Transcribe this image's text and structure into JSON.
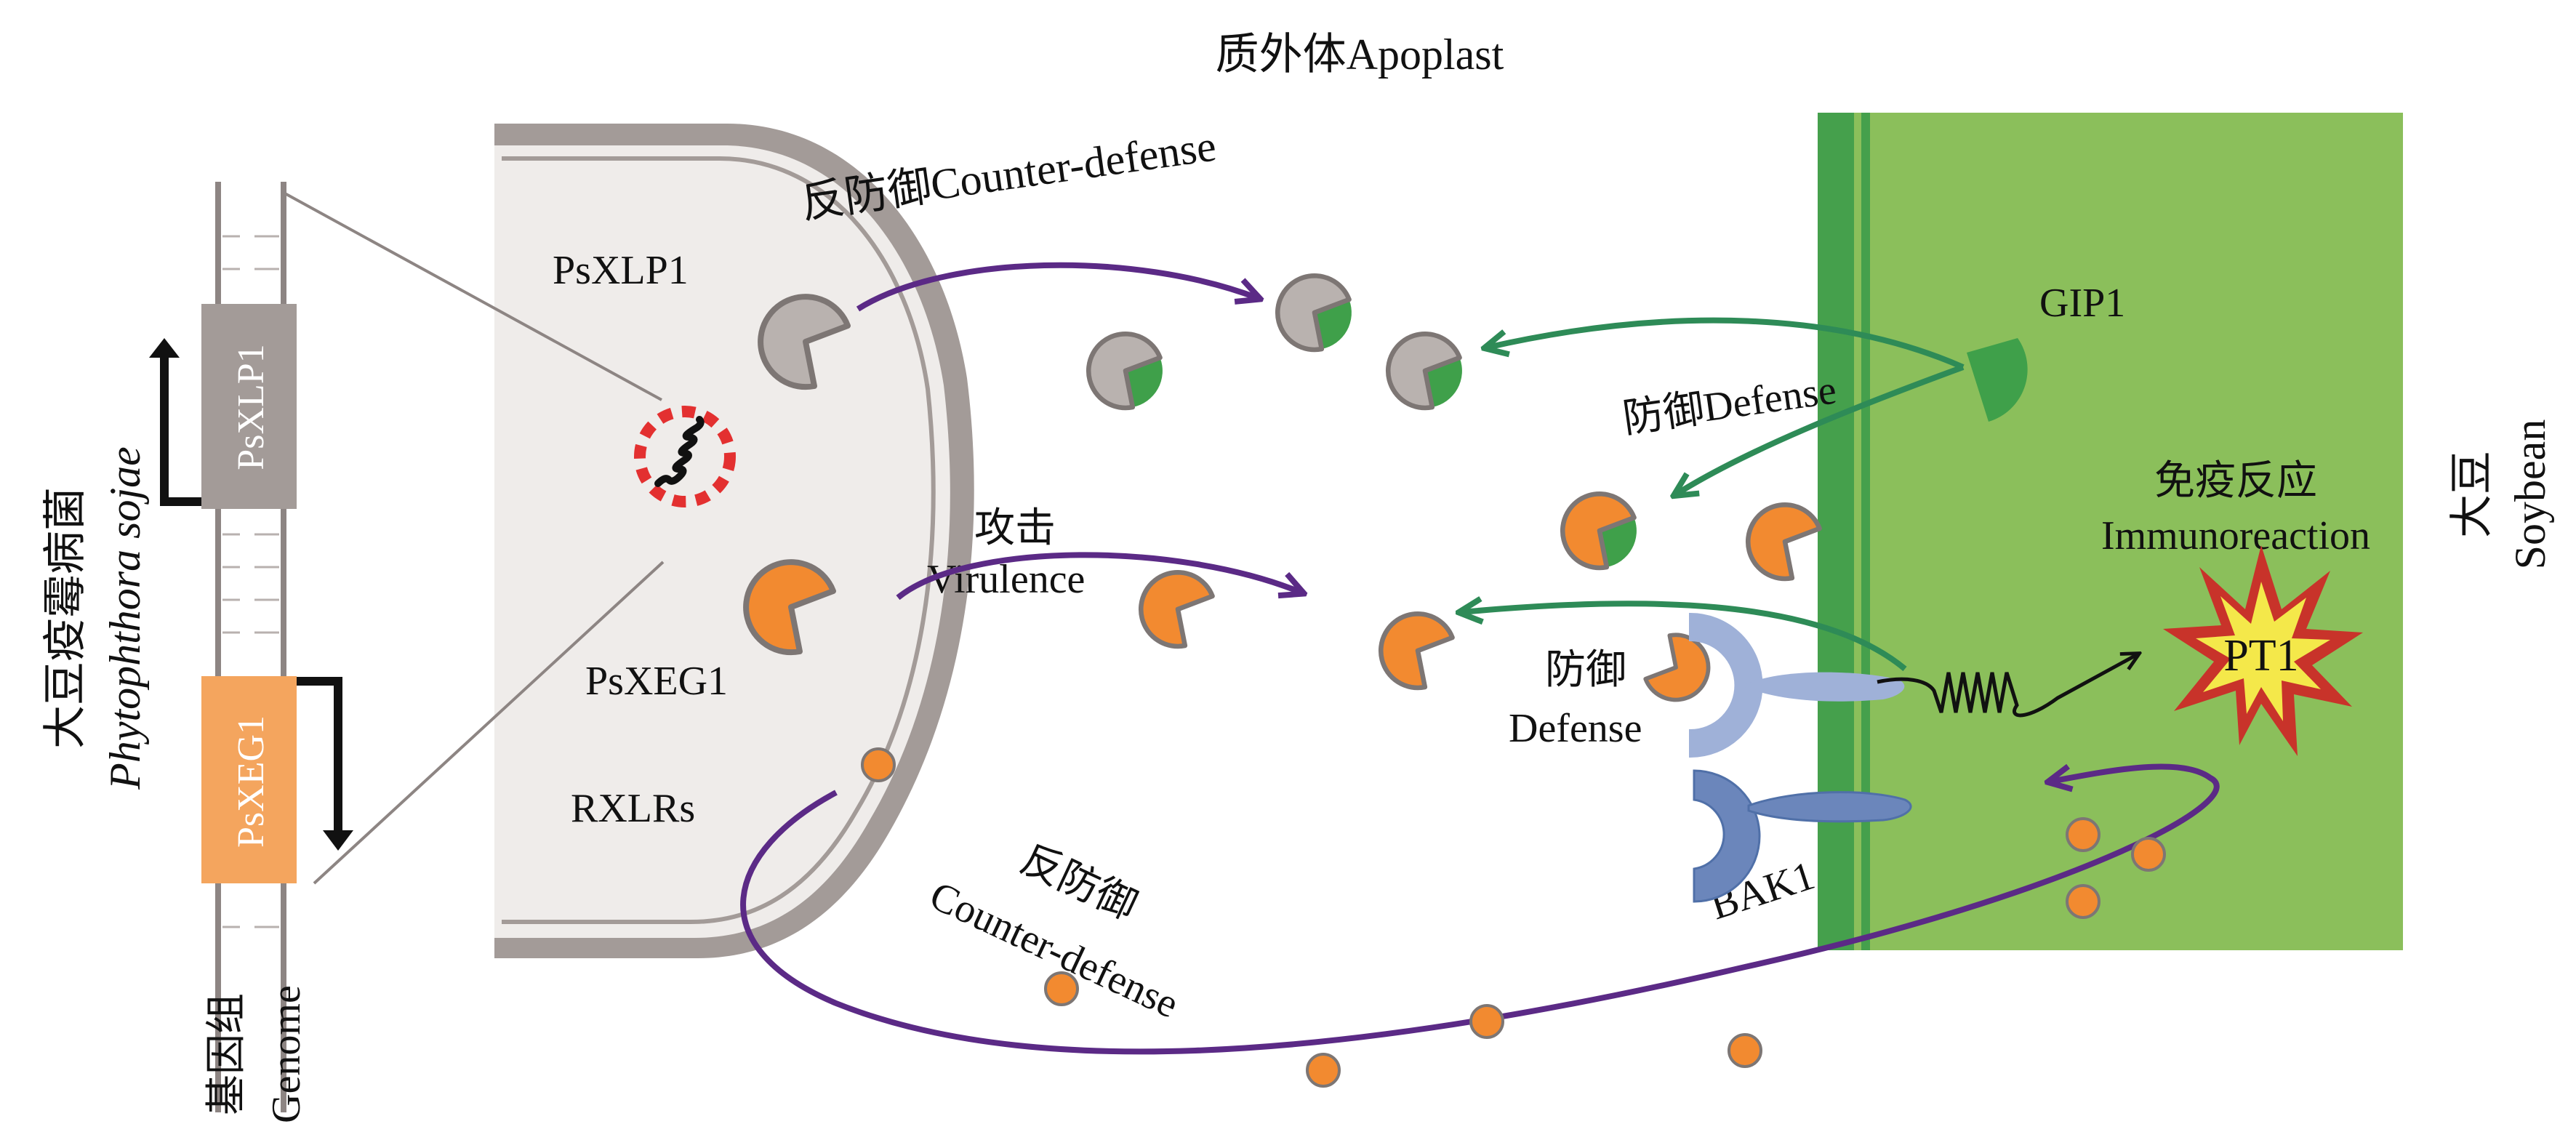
{
  "title": "Phytophthora sojae – soybean apoplastic interaction model",
  "colors": {
    "cell_fill": "#efecea",
    "cell_wall": "#a39b98",
    "gray_effector": "#b9b2af",
    "effector_outline": "#7d7674",
    "orange_effector": "#f28a30",
    "xlp1_box": "#a39b98",
    "xeg1_box": "#f4a55e",
    "soybean_fill": "#8bbf5b",
    "membrane_dark": "#45a04c",
    "gip1": "#3fa04a",
    "purple_arrow": "#5b2a86",
    "green_arrow": "#2e8b57",
    "receptor_light": "#9fb1d8",
    "receptor_bak1": "#6b86bb",
    "pt1_outer": "#c8332a",
    "pt1_inner": "#f4e84a",
    "dna_red": "#e33030"
  },
  "labels": {
    "apoplast": "质外体Apoplast",
    "counter_defense_top": "反防御Counter-defense",
    "psxlp1_cell": "PsXLP1",
    "psxeg1_cell": "PsXEG1",
    "rxlrs": "RXLRs",
    "attack_cn": "攻击",
    "attack_en": "Virulence",
    "gip1": "GIP1",
    "defense_mid": "防御Defense",
    "defense_cn": "防御",
    "defense_en": "Defense",
    "bak1": "BAK1",
    "immuno_cn": "免疫反应",
    "immuno_en": "Immunoreaction",
    "pt1": "PT1",
    "soybean_cn": "大豆",
    "soybean_en": "Soybean",
    "counter_defense_bottom_cn": "反防御",
    "counter_defense_bottom_en": "Counter-defense",
    "pathogen_cn": "大豆疫霉病菌",
    "pathogen_en": "Phytophthora sojae",
    "genome_cn": "基因组",
    "genome_en": "Genome",
    "gene_xlp1": "PsXLP1",
    "gene_xeg1": "PsXEG1"
  },
  "regions": {
    "pathogen": "Phytophthora sojae hyphal cell",
    "apoplast": "Apoplast",
    "host": "Soybean cell"
  },
  "effectors": {
    "gray_pacman_count": 4,
    "gray_with_gip1_count": 3,
    "orange_pacman_count": 6,
    "orange_with_gip1_count": 1,
    "rxlr_dots_count": 8
  }
}
